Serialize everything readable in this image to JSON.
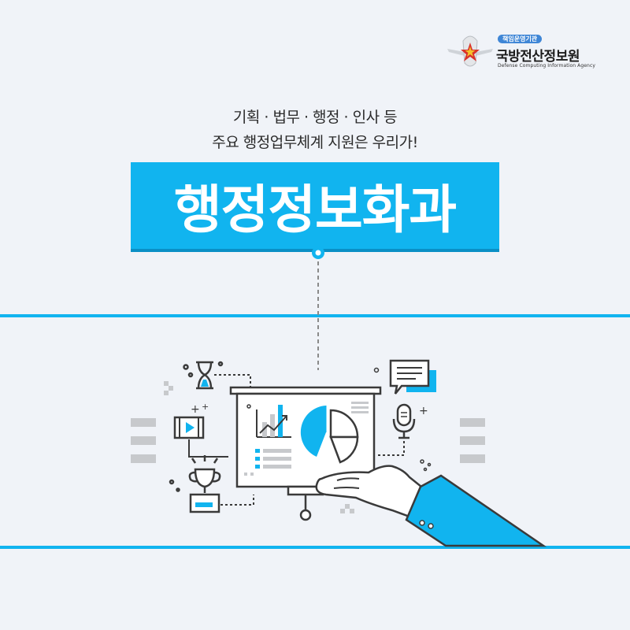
{
  "header": {
    "logo": {
      "badge": "책임운영기관",
      "name": "국방전산정보원",
      "name_en": "Defense Computing Information Agency"
    }
  },
  "hero": {
    "subtitle_line1": "기획 · 법무 · 행정 · 인사 등",
    "subtitle_line2": "주요 행정업무체계 지원은 우리가!",
    "title": "행정정보화과"
  },
  "colors": {
    "accent": "#11b4ef",
    "accent_dark": "#0a8fc5",
    "background": "#f0f3f8",
    "line_art": "#3a3a3a",
    "gray_bar": "#c7c9cc"
  },
  "icons": [
    "hourglass-icon",
    "film-icon",
    "trophy-icon",
    "chat-icon",
    "microphone-icon",
    "presentation-board",
    "hand-icon"
  ]
}
